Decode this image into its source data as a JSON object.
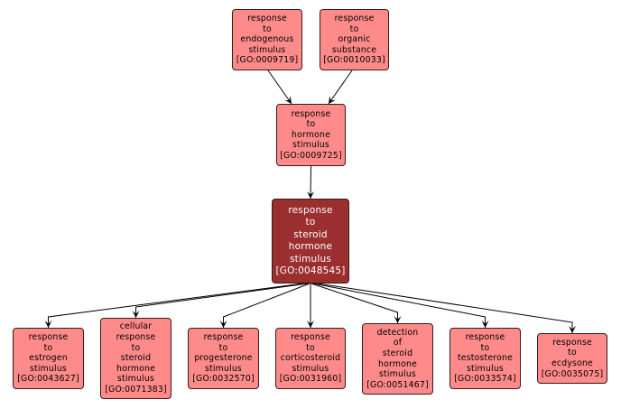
{
  "colors": {
    "node_fill": "#ff8a8a",
    "focus_fill": "#9b2f2f",
    "edge": "#000000"
  },
  "nodes": [
    {
      "id": "GO:0009719",
      "lines": [
        "response",
        "to",
        "endogenous",
        "stimulus",
        "[GO:0009719]"
      ]
    },
    {
      "id": "GO:0010033",
      "lines": [
        "response",
        "to",
        "organic",
        "substance",
        "[GO:0010033]"
      ]
    },
    {
      "id": "GO:0009725",
      "lines": [
        "response",
        "to",
        "hormone",
        "stimulus",
        "[GO:0009725]"
      ]
    },
    {
      "id": "GO:0048545",
      "lines": [
        "response",
        "to",
        "steroid",
        "hormone",
        "stimulus",
        "[GO:0048545]"
      ],
      "focus": true
    },
    {
      "id": "GO:0043627",
      "lines": [
        "response",
        "to",
        "estrogen",
        "stimulus",
        "[GO:0043627]"
      ]
    },
    {
      "id": "GO:0071383",
      "lines": [
        "cellular",
        "response",
        "to",
        "steroid",
        "hormone",
        "stimulus",
        "[GO:0071383]"
      ]
    },
    {
      "id": "GO:0032570",
      "lines": [
        "response",
        "to",
        "progesterone",
        "stimulus",
        "[GO:0032570]"
      ]
    },
    {
      "id": "GO:0031960",
      "lines": [
        "response",
        "to",
        "corticosteroid",
        "stimulus",
        "[GO:0031960]"
      ]
    },
    {
      "id": "GO:0051467",
      "lines": [
        "detection",
        "of",
        "steroid",
        "hormone",
        "stimulus",
        "[GO:0051467]"
      ]
    },
    {
      "id": "GO:0033574",
      "lines": [
        "response",
        "to",
        "testosterone",
        "stimulus",
        "[GO:0033574]"
      ]
    },
    {
      "id": "GO:0035075",
      "lines": [
        "response",
        "to",
        "ecdysone",
        "[GO:0035075]"
      ]
    }
  ],
  "edges": [
    {
      "from": "GO:0009719",
      "to": "GO:0009725"
    },
    {
      "from": "GO:0010033",
      "to": "GO:0009725"
    },
    {
      "from": "GO:0009725",
      "to": "GO:0048545"
    },
    {
      "from": "GO:0048545",
      "to": "GO:0043627"
    },
    {
      "from": "GO:0048545",
      "to": "GO:0071383"
    },
    {
      "from": "GO:0048545",
      "to": "GO:0032570"
    },
    {
      "from": "GO:0048545",
      "to": "GO:0031960"
    },
    {
      "from": "GO:0048545",
      "to": "GO:0051467"
    },
    {
      "from": "GO:0048545",
      "to": "GO:0033574"
    },
    {
      "from": "GO:0048545",
      "to": "GO:0035075"
    }
  ]
}
